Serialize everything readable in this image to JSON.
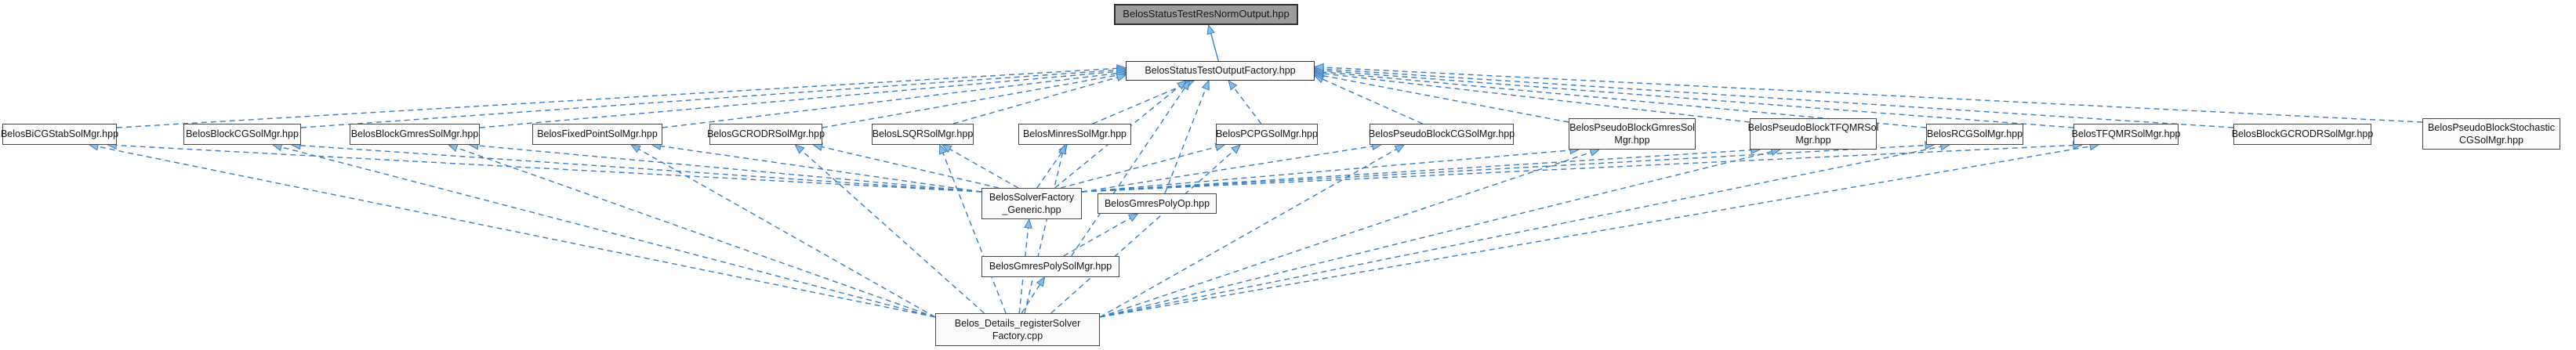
{
  "graph": {
    "type": "doxygen-included-by-dependency-graph",
    "highlighted_node": "BelosStatusTestResNormOutput.hpp",
    "nodes": {
      "resnorm": {
        "label": "BelosStatusTestResNormOutput.hpp"
      },
      "factory": {
        "label": "BelosStatusTestOutputFactory.hpp"
      },
      "bicgstab": {
        "label": "BelosBiCGStabSolMgr.hpp"
      },
      "blockcg": {
        "label": "BelosBlockCGSolMgr.hpp"
      },
      "blockgmres": {
        "label": "BelosBlockGmresSolMgr.hpp"
      },
      "fixedpoint": {
        "label": "BelosFixedPointSolMgr.hpp"
      },
      "gcrodr": {
        "label": "BelosGCRODRSolMgr.hpp"
      },
      "lsqr": {
        "label": "BelosLSQRSolMgr.hpp"
      },
      "minres": {
        "label": "BelosMinresSolMgr.hpp"
      },
      "pcpg": {
        "label": "BelosPCPGSolMgr.hpp"
      },
      "pbcg": {
        "label": "BelosPseudoBlockCGSolMgr.hpp"
      },
      "pbgmres": {
        "label": "BelosPseudoBlockGmresSol",
        "label2": "Mgr.hpp"
      },
      "pbtfqmr": {
        "label": "BelosPseudoBlockTFQMRSol",
        "label2": "Mgr.hpp"
      },
      "rcg": {
        "label": "BelosRCGSolMgr.hpp"
      },
      "tfqmr": {
        "label": "BelosTFQMRSolMgr.hpp"
      },
      "blockgcrodr": {
        "label": "BelosBlockGCRODRSolMgr.hpp"
      },
      "pbstochastic": {
        "label": "BelosPseudoBlockStochastic",
        "label2": "CGSolMgr.hpp"
      },
      "generic": {
        "label": "BelosSolverFactory",
        "label2": "_Generic.hpp"
      },
      "gmrespolyop": {
        "label": "BelosGmresPolyOp.hpp"
      },
      "gmrespolysolmgr": {
        "label": "BelosGmresPolySolMgr.hpp"
      },
      "register": {
        "label": "Belos_Details_registerSolver",
        "label2": "Factory.cpp"
      }
    },
    "edges": [
      {
        "from": "factory",
        "to": "resnorm",
        "style": "solid"
      },
      {
        "from": "bicgstab",
        "to": "factory",
        "style": "dashed"
      },
      {
        "from": "blockcg",
        "to": "factory",
        "style": "dashed"
      },
      {
        "from": "blockgmres",
        "to": "factory",
        "style": "dashed"
      },
      {
        "from": "fixedpoint",
        "to": "factory",
        "style": "dashed"
      },
      {
        "from": "gcrodr",
        "to": "factory",
        "style": "dashed"
      },
      {
        "from": "lsqr",
        "to": "factory",
        "style": "dashed"
      },
      {
        "from": "minres",
        "to": "factory",
        "style": "dashed"
      },
      {
        "from": "pcpg",
        "to": "factory",
        "style": "dashed"
      },
      {
        "from": "pbcg",
        "to": "factory",
        "style": "dashed"
      },
      {
        "from": "pbgmres",
        "to": "factory",
        "style": "dashed"
      },
      {
        "from": "pbtfqmr",
        "to": "factory",
        "style": "dashed"
      },
      {
        "from": "rcg",
        "to": "factory",
        "style": "dashed"
      },
      {
        "from": "tfqmr",
        "to": "factory",
        "style": "dashed"
      },
      {
        "from": "blockgcrodr",
        "to": "factory",
        "style": "dashed"
      },
      {
        "from": "pbstochastic",
        "to": "factory",
        "style": "dashed"
      },
      {
        "from": "generic",
        "to": "bicgstab",
        "style": "dashed"
      },
      {
        "from": "generic",
        "to": "blockcg",
        "style": "dashed"
      },
      {
        "from": "generic",
        "to": "blockgmres",
        "style": "dashed"
      },
      {
        "from": "generic",
        "to": "fixedpoint",
        "style": "dashed"
      },
      {
        "from": "generic",
        "to": "gcrodr",
        "style": "dashed"
      },
      {
        "from": "generic",
        "to": "lsqr",
        "style": "dashed"
      },
      {
        "from": "generic",
        "to": "minres",
        "style": "dashed"
      },
      {
        "from": "generic",
        "to": "pcpg",
        "style": "dashed"
      },
      {
        "from": "generic",
        "to": "pbcg",
        "style": "dashed"
      },
      {
        "from": "generic",
        "to": "pbgmres",
        "style": "dashed"
      },
      {
        "from": "generic",
        "to": "pbtfqmr",
        "style": "dashed"
      },
      {
        "from": "generic",
        "to": "rcg",
        "style": "dashed"
      },
      {
        "from": "generic",
        "to": "tfqmr",
        "style": "dashed"
      },
      {
        "from": "register",
        "to": "bicgstab",
        "style": "dashed"
      },
      {
        "from": "register",
        "to": "blockcg",
        "style": "dashed"
      },
      {
        "from": "register",
        "to": "blockgmres",
        "style": "dashed"
      },
      {
        "from": "register",
        "to": "fixedpoint",
        "style": "dashed"
      },
      {
        "from": "register",
        "to": "gcrodr",
        "style": "dashed"
      },
      {
        "from": "register",
        "to": "lsqr",
        "style": "dashed"
      },
      {
        "from": "register",
        "to": "minres",
        "style": "dashed"
      },
      {
        "from": "register",
        "to": "pcpg",
        "style": "dashed"
      },
      {
        "from": "register",
        "to": "pbcg",
        "style": "dashed"
      },
      {
        "from": "register",
        "to": "pbgmres",
        "style": "dashed"
      },
      {
        "from": "register",
        "to": "pbtfqmr",
        "style": "dashed"
      },
      {
        "from": "register",
        "to": "rcg",
        "style": "dashed"
      },
      {
        "from": "register",
        "to": "tfqmr",
        "style": "dashed"
      },
      {
        "from": "register",
        "to": "generic",
        "style": "dashed"
      },
      {
        "from": "register",
        "to": "gmrespolysolmgr",
        "style": "dashed"
      },
      {
        "from": "gmrespolysolmgr",
        "to": "gmrespolyop",
        "style": "dashed"
      },
      {
        "from": "gmrespolysolmgr",
        "to": "factory",
        "style": "dashed"
      },
      {
        "from": "gmrespolyop",
        "to": "factory",
        "style": "dashed"
      },
      {
        "from": "generic",
        "to": "factory",
        "style": "dashed"
      }
    ],
    "style": {
      "edge_color": "#3c7fc0",
      "arrow_fill": "#85bce8",
      "highlight_fill": "#9c9c9c",
      "node_fill": "#fbfbfb",
      "node_border": "#4a4a4a"
    }
  }
}
